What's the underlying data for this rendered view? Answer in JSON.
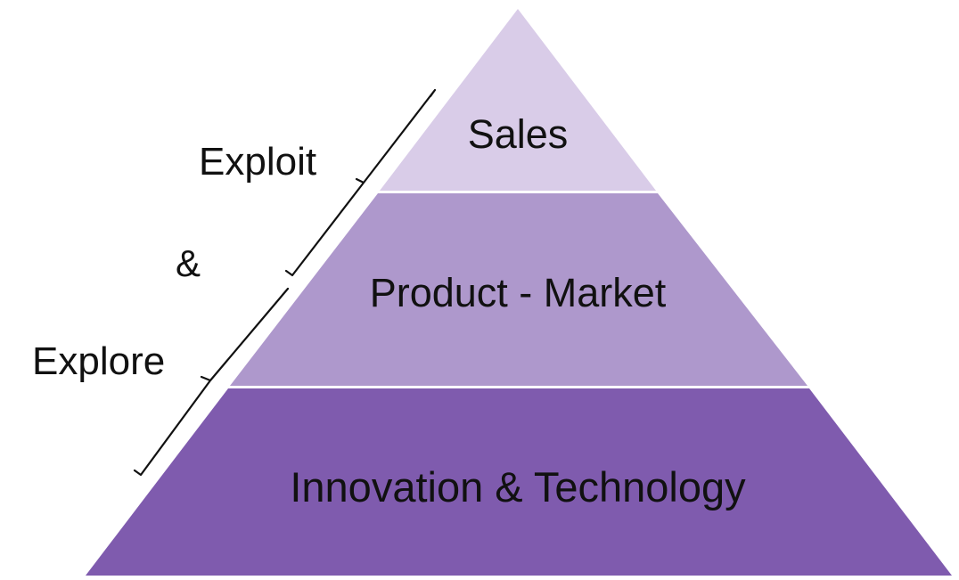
{
  "pyramid": {
    "tiers": [
      {
        "label": "Sales",
        "color": "#d9cce8"
      },
      {
        "label": "Product - Market",
        "color": "#ae98cc"
      },
      {
        "label": "Innovation & Technology",
        "color": "#7f5bae"
      }
    ],
    "divider_color": "#ffffff"
  },
  "side_labels": {
    "top": "Exploit",
    "middle": "&",
    "bottom": "Explore"
  }
}
